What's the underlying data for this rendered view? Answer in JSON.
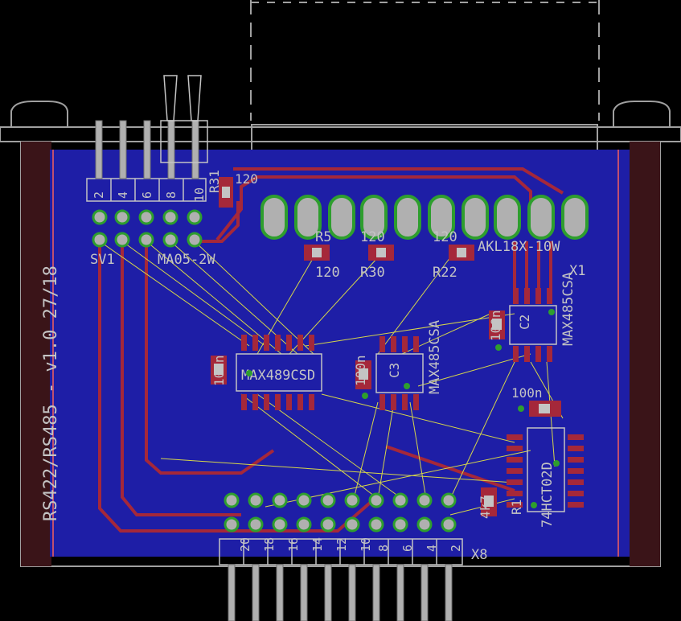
{
  "board_title": "RS422/RS485 - v1.0 27/18",
  "colors": {
    "background": "#000000",
    "copper_bottom": "#1e1ea6",
    "copper_top": "#a5283a",
    "silkscreen": "#c4c4c4",
    "pad": "#b0b0b0",
    "pad_ring": "#2e9e2e",
    "airwire": "#d6d64a",
    "outline": "#a0a0a0"
  },
  "components": {
    "sv1": {
      "name": "SV1",
      "pins": [
        "2",
        "4",
        "6",
        "8",
        "10"
      ]
    },
    "x2_term": {
      "name": "MA05-2W"
    },
    "x1": {
      "name": "X1",
      "value": "AKL18X-10W"
    },
    "x8": {
      "name": "X8",
      "pins": [
        "20",
        "18",
        "16",
        "14",
        "12",
        "10",
        "8",
        "6",
        "4",
        "2"
      ]
    },
    "r31": {
      "name": "R31",
      "value": "120"
    },
    "r5": {
      "name": "R5",
      "value": "120"
    },
    "r30": {
      "name": "R30",
      "value": "120"
    },
    "r22": {
      "name": "R22",
      "value": "120"
    },
    "r1": {
      "name": "R1",
      "value": "4k7"
    },
    "ic_max489": {
      "value": "MAX489CSD"
    },
    "ic_max485_a": {
      "value": "MAX485CSA"
    },
    "ic_max485_b": {
      "value": "MAX485CSA"
    },
    "ic_74hct": {
      "value": "74HCT02D"
    },
    "c_a": {
      "value": "100n"
    },
    "c_b": {
      "value": "100n"
    },
    "c_c": {
      "value": "100n"
    },
    "c_d": {
      "value": "100n"
    },
    "c_labels": [
      "C2",
      "C3"
    ],
    "top_mid_value": "120",
    "bot_mid_value": "120"
  }
}
